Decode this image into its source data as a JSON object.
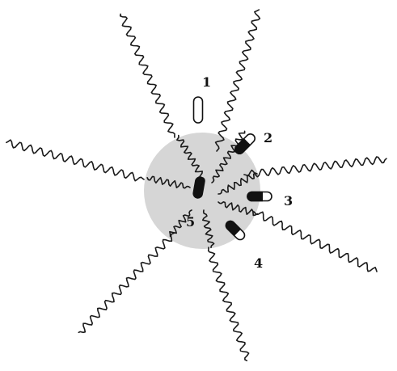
{
  "labels": {
    "p1": "1",
    "p2": "2",
    "p3": "3",
    "p4": "4",
    "p5": "5"
  },
  "colors": {
    "core": "#d6d6d6",
    "chain": "#1a1a1a",
    "probe_dark": "#111111",
    "probe_light": "#ffffff"
  }
}
